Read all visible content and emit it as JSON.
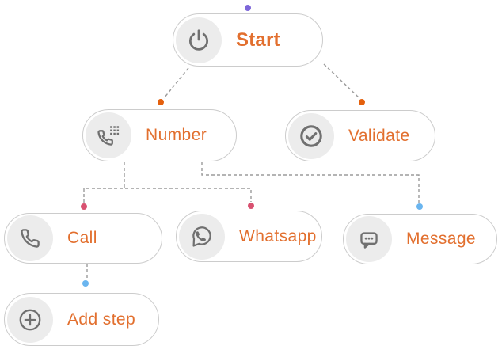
{
  "diagram": {
    "title": "flow-builder-canvas",
    "colors": {
      "background": "#ffffff",
      "node_border": "#cccccc",
      "node_label": "#e26f2e",
      "icon_circle_bg": "#ececec",
      "icon_stroke": "#707070",
      "connector": "#9b9b9b"
    },
    "nodes": [
      {
        "id": "start",
        "label": "Start",
        "icon": "power-icon",
        "dot_color": "#7d66d9"
      },
      {
        "id": "number",
        "label": "Number",
        "icon": "phone-keypad-icon",
        "dot_color": "#e4600d"
      },
      {
        "id": "validate",
        "label": "Validate",
        "icon": "check-circle-icon",
        "dot_color": "#e4600d"
      },
      {
        "id": "call",
        "label": "Call",
        "icon": "phone-icon",
        "dot_color": "#d85170"
      },
      {
        "id": "whatsapp",
        "label": "Whatsapp",
        "icon": "whatsapp-icon",
        "dot_color": "#d85170"
      },
      {
        "id": "message",
        "label": "Message",
        "icon": "message-icon",
        "dot_color": "#6ab5ef"
      },
      {
        "id": "add_step",
        "label": "Add step",
        "icon": "plus-circle-icon",
        "dot_color": "#6ab5ef"
      }
    ],
    "edges": [
      {
        "from": "start",
        "to": "number"
      },
      {
        "from": "start",
        "to": "validate"
      },
      {
        "from": "number",
        "to": "call"
      },
      {
        "from": "number",
        "to": "whatsapp"
      },
      {
        "from": "number",
        "to": "message"
      },
      {
        "from": "call",
        "to": "add_step"
      }
    ]
  }
}
